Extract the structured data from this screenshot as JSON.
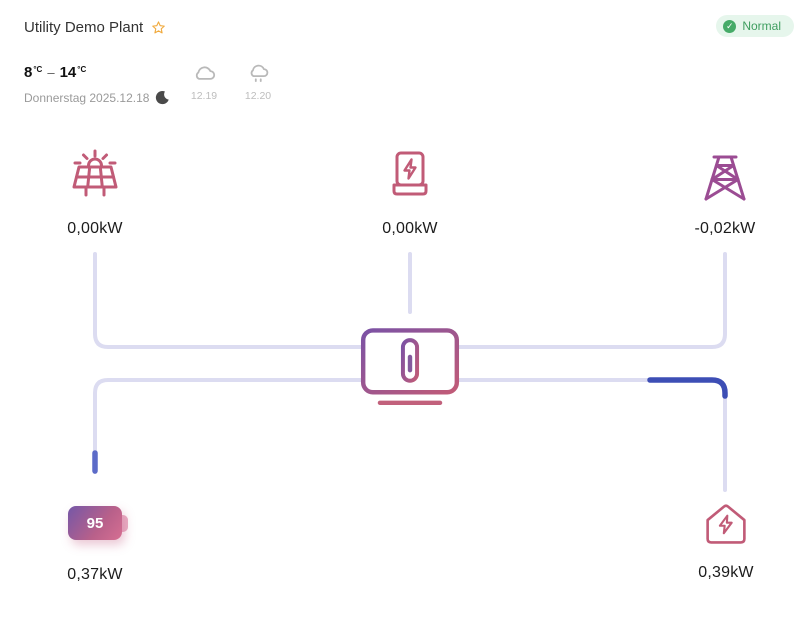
{
  "header": {
    "title": "Utility Demo Plant",
    "status_label": "Normal",
    "status_check_glyph": "✓"
  },
  "weather": {
    "temp_low": "8",
    "temp_high": "14",
    "unit": "°C",
    "separator": "–",
    "date": "Donnerstag 2025.12.18",
    "forecast": [
      {
        "icon": "cloud-icon",
        "date": "12.19"
      },
      {
        "icon": "rain-cloud-icon",
        "date": "12.20"
      }
    ]
  },
  "nodes": {
    "pv": {
      "power": "0,00kW"
    },
    "charger": {
      "power": "0,00kW"
    },
    "grid": {
      "power": "-0,02kW"
    },
    "battery": {
      "soc": "95",
      "power": "0,37kW"
    },
    "load": {
      "power": "0,39kW"
    }
  },
  "colors": {
    "icon-pink": "#c15b77",
    "icon-purple": "#9b4c93",
    "inverter-purple": "#7b52a5",
    "inverter-pink": "#c2617c",
    "line": "#dcdcf1",
    "flow-blue": "#3d4eb5",
    "flow-violet": "#5c6bc8",
    "status-green": "#46ab68",
    "status-green-bg": "#e6f6ec",
    "star-orange": "#f0a93c"
  }
}
